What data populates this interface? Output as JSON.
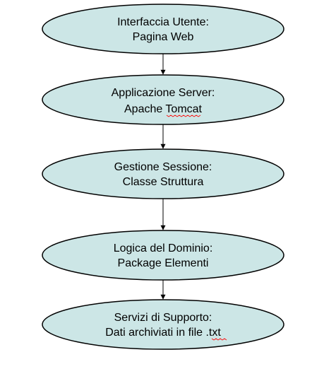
{
  "nodes": [
    {
      "line1": "Interfaccia Utente:",
      "line2": "Pagina Web"
    },
    {
      "line1": "Applicazione Server:",
      "line2": "Apache Tomcat"
    },
    {
      "line1": "Gestione Sessione:",
      "line2": "Classe Struttura"
    },
    {
      "line1": "Logica del Dominio:",
      "line2": "Package Elementi"
    },
    {
      "line1": "Servizi di Supporto:",
      "line2": "Dati archiviati in file .txt"
    }
  ],
  "colors": {
    "ellipse_fill": "#cce6e6",
    "ellipse_stroke": "#000000",
    "connector": "#000000",
    "spellcheck_underline": "#ff0000"
  }
}
